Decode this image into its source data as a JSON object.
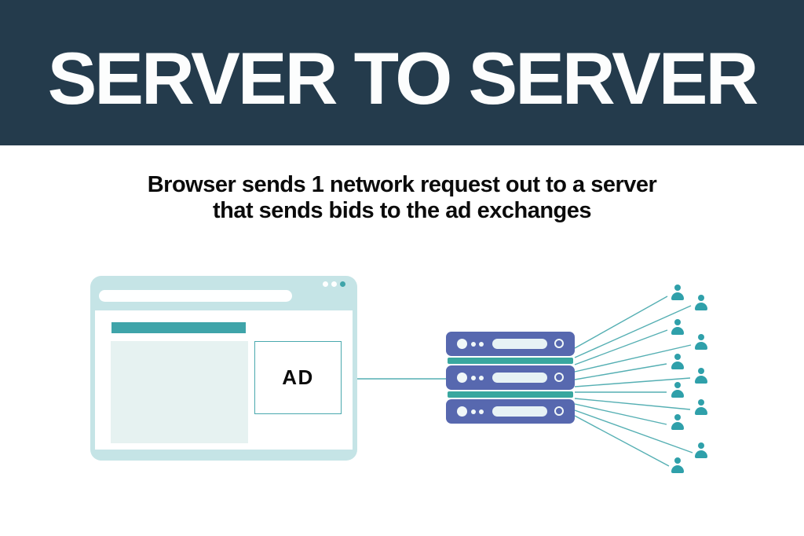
{
  "header": {
    "title": "SERVER TO SERVER",
    "background_color": "#243B4C",
    "title_color": "#FCFDFD"
  },
  "subtitle": {
    "line1": "Browser sends 1 network request out to a server",
    "line2": "that sends bids to the ad exchanges"
  },
  "diagram": {
    "browser": {
      "ad_label": "AD",
      "frame_color": "#C5E4E6",
      "header_bar_color": "#3FA4A9",
      "content_block_color": "#E6F2F1",
      "window_dot_count": 3
    },
    "server_stack": {
      "server_count": 3,
      "server_color": "#5768AF",
      "separator_color": "#39A79F"
    },
    "users": {
      "count": 11,
      "color": "#2FA0AA"
    },
    "connections": {
      "request_lines_from_browser": 1,
      "fanout_lines_to_users": 11,
      "line_color": "#55AFB3"
    }
  }
}
